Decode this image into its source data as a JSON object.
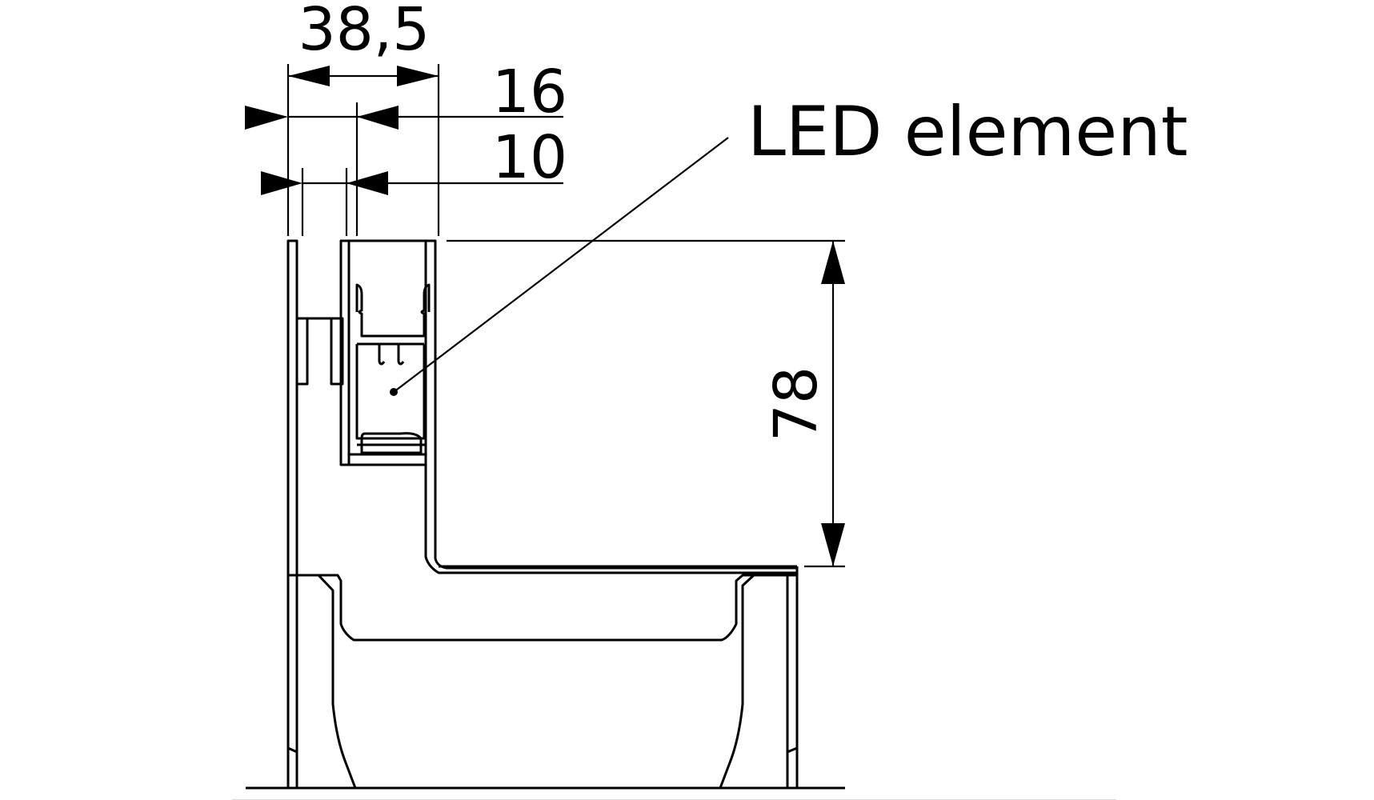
{
  "dimensions": {
    "overall_width": "38,5",
    "offset_16": "16",
    "offset_10": "10",
    "height": "78"
  },
  "callout": {
    "label": "LED element"
  }
}
